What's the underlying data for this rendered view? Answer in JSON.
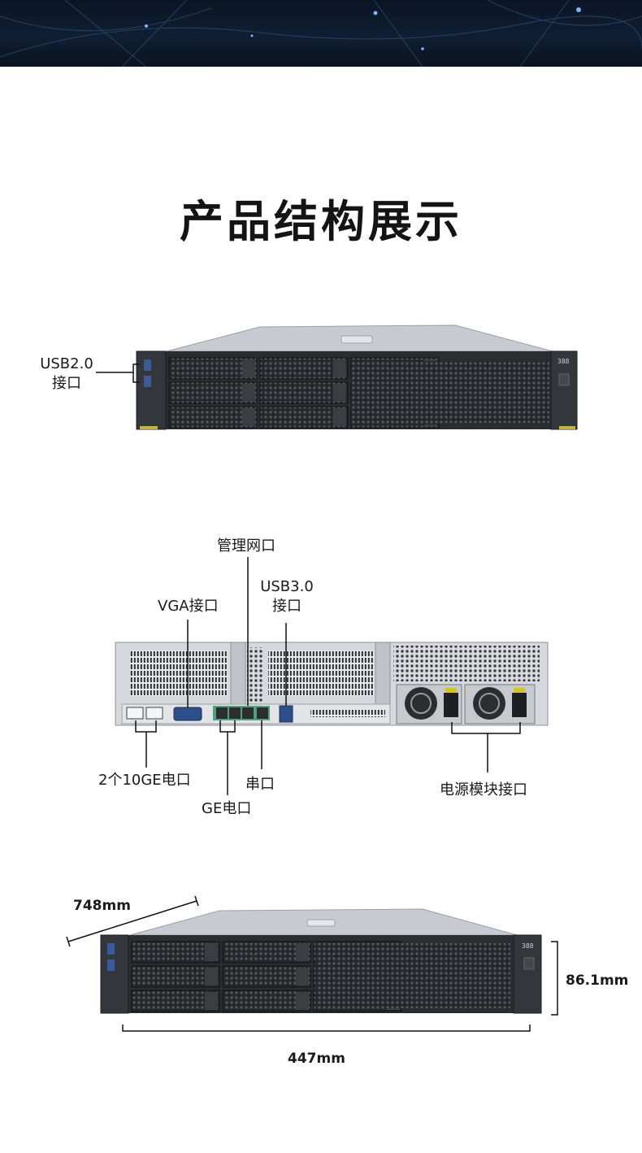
{
  "page": {
    "title": "产品结构展示"
  },
  "front_view": {
    "usb2_label_line1": "USB2.0",
    "usb2_label_line2": "接口",
    "panel_display": "388"
  },
  "rear_view": {
    "mgmt_port": "管理网口",
    "usb3_line1": "USB3.0",
    "usb3_line2": "接口",
    "vga_port": "VGA接口",
    "ge10_ports": "2个10GE电口",
    "serial_port": "串口",
    "ge_ports": "GE电口",
    "psu_ports": "电源模块接口"
  },
  "dimensions": {
    "depth": "748mm",
    "height": "86.1mm",
    "width": "447mm",
    "panel_display": "388"
  },
  "colors": {
    "banner": "#0f1f33",
    "chassis_dark": "#2a2c30",
    "chassis_silver": "#c9ccd0",
    "label_text": "#1a1a1a"
  }
}
